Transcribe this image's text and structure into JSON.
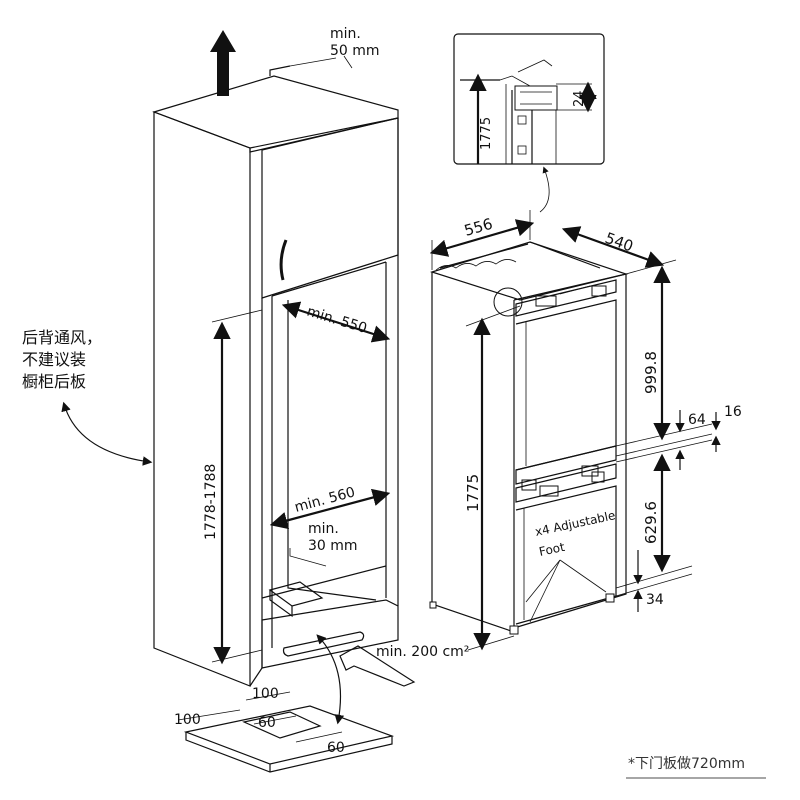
{
  "callout_cn": {
    "line1": "后背通风，",
    "line2": "不建议装",
    "line3": "橱柜后板"
  },
  "cabinet_dims": {
    "top_gap": "min.",
    "top_gap_value": "50 mm",
    "inner_width_top": "min. 550",
    "inner_width_bottom": "min. 560",
    "height_range": "1778-1788",
    "side_gap": "min.",
    "side_gap_value": "30 mm",
    "vent_area": "min. 200 cm²"
  },
  "base_plate_dims": {
    "d1": "100",
    "d2": "100",
    "d3": "60",
    "d4": "60"
  },
  "fridge_dims": {
    "width": "556",
    "depth": "540",
    "height": "1775",
    "top_door": "999.8",
    "gap_a": "64",
    "gap_b": "16",
    "bottom_door": "629.6",
    "foot_gap": "34",
    "feet_label_1": "x4 Adjustable",
    "feet_label_2": "Foot"
  },
  "detail_inset": {
    "height": "1775",
    "gap": "24"
  },
  "footnote": "*下门板做720mm"
}
